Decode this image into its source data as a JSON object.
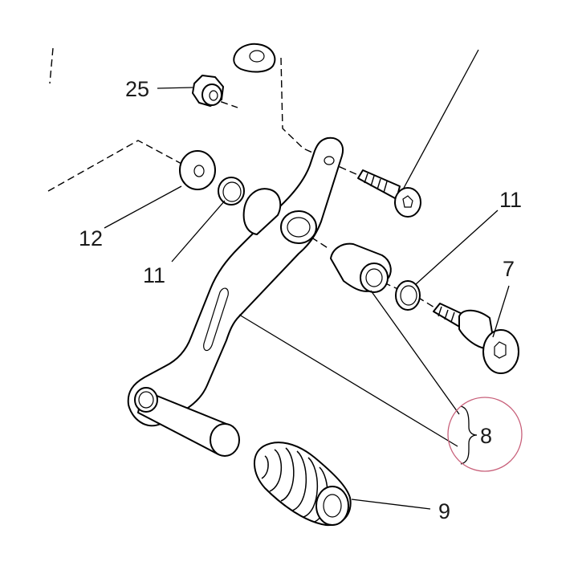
{
  "callouts": [
    {
      "id": "25",
      "text": "25"
    },
    {
      "id": "12",
      "text": "12"
    },
    {
      "id": "11-left",
      "text": "11"
    },
    {
      "id": "11-right",
      "text": "11"
    },
    {
      "id": "7",
      "text": "7"
    },
    {
      "id": "8",
      "text": "8"
    },
    {
      "id": "9",
      "text": "9"
    }
  ],
  "colors": {
    "line": "#000000",
    "label": "#1a1a1a",
    "highlight_circle": "#c8607a"
  }
}
